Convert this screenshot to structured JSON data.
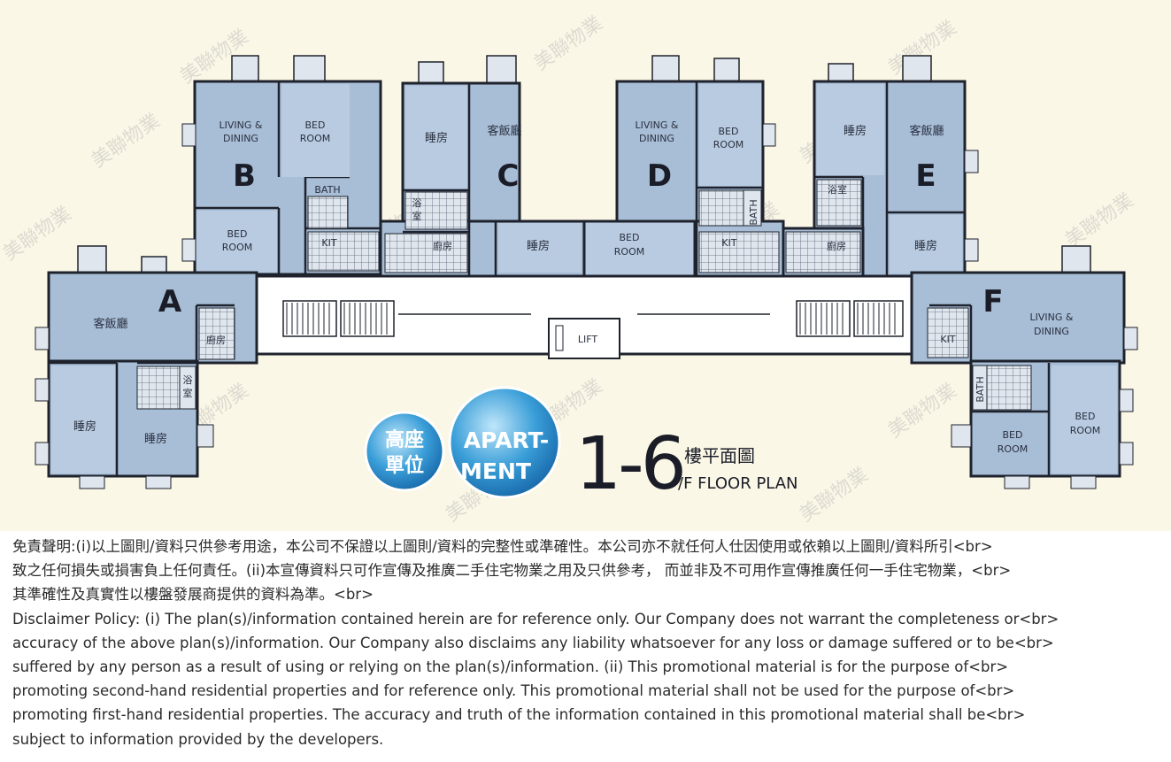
{
  "plan": {
    "units": [
      {
        "letter": "B",
        "rooms": [
          "LIVING &",
          "DINING",
          "BED",
          "ROOM",
          "BATH",
          "BED",
          "ROOM",
          "KIT"
        ]
      },
      {
        "letter": "C",
        "rooms": [
          "睡房",
          "客飯廳",
          "浴",
          "室",
          "廚房",
          "睡房"
        ]
      },
      {
        "letter": "D",
        "rooms": [
          "LIVING &",
          "DINING",
          "BED",
          "ROOM",
          "BED",
          "ROOM",
          "KIT",
          "BATH"
        ]
      },
      {
        "letter": "E",
        "rooms": [
          "睡房",
          "客飯廳",
          "浴室",
          "廚房",
          "睡房"
        ]
      },
      {
        "letter": "A",
        "rooms": [
          "客飯廳",
          "廚房",
          "浴",
          "室",
          "睡房",
          "睡房"
        ]
      },
      {
        "letter": "F",
        "rooms": [
          "LIVING &",
          "DINING",
          "KIT",
          "BATH",
          "BED",
          "ROOM",
          "BED",
          "ROOM"
        ]
      }
    ],
    "lift": "LIFT",
    "badge_chinese": [
      "高座",
      "單位"
    ],
    "badge_english": [
      "APART-",
      "MENT"
    ],
    "floor_number": "1-6",
    "floor_chinese": "樓平面圖",
    "floor_english": "/F FLOOR PLAN",
    "watermark": "美聯物業"
  },
  "disclaimer": {
    "lines": [
      "免責聲明:(i)以上圖則/資料只供參考用途，本公司不保證以上圖則/資料的完整性或準確性。本公司亦不就任何人仕因使用或依賴以上圖則/資料所引<br>",
      "致之任何損失或損害負上任何責任。(ii)本宣傳資料只可作宣傳及推廣二手住宅物業之用及只供參考， 而並非及不可用作宣傳推廣任何一手住宅物業，<br>",
      "其準確性及真實性以樓盤發展商提供的資料為準。<br>",
      "Disclaimer Policy: (i) The plan(s)/information contained herein are for reference only. Our Company does not warrant the completeness or<br>",
      "accuracy of the above plan(s)/information. Our Company also disclaims any liability whatsoever for any loss or damage suffered or to be<br>",
      "suffered by any person as a result of using or relying on the plan(s)/information. (ii) This promotional material is for the purpose of<br>",
      "promoting second-hand residential properties and for reference only. This promotional material shall not be used for the purpose of<br>",
      "promoting first-hand residential properties. The accuracy and truth of the information contained in this promotional material shall be<br>",
      "subject to information provided by the developers."
    ]
  },
  "colors": {
    "background": "#fbf7e6",
    "room_fill": "#a8bdd6",
    "room_fill_dark": "#8ea6c4",
    "corridor": "#ffffff",
    "wall": "#1e222c",
    "badge_blue": "#2a8fd0"
  }
}
